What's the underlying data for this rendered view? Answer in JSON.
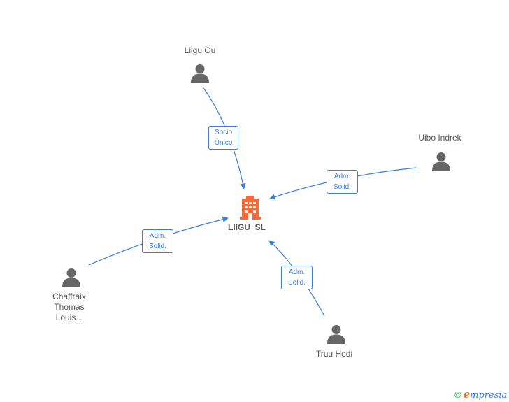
{
  "company": {
    "name": "LIIGU  SL",
    "icon": "building-icon",
    "color": "#f26b3a"
  },
  "people": [
    {
      "id": "liigu-ou",
      "name": "Liigu Ou",
      "icon": "person-icon"
    },
    {
      "id": "uibo-indrek",
      "name": "Uibo Indrek",
      "icon": "person-icon"
    },
    {
      "id": "chaffraix",
      "name": "Chaffraix\nThomas\nLouis...",
      "icon": "person-icon"
    },
    {
      "id": "truu-hedi",
      "name": "Truu Hedi",
      "icon": "person-icon"
    }
  ],
  "relations": [
    {
      "from": "liigu-ou",
      "label": "Socio\nÚnico"
    },
    {
      "from": "uibo-indrek",
      "label": "Adm.\nSolid."
    },
    {
      "from": "chaffraix",
      "label": "Adm.\nSolid."
    },
    {
      "from": "truu-hedi",
      "label": "Adm.\nSolid."
    }
  ],
  "colors": {
    "edge": "#3b7dd8",
    "person": "#666666",
    "company": "#f26b3a"
  },
  "footer": {
    "copyright_symbol": "©",
    "brand_initial": "e",
    "brand_rest": "mpresia"
  }
}
